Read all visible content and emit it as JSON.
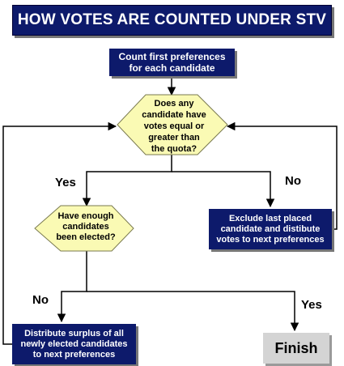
{
  "title": "HOW VOTES ARE COUNTED UNDER STV",
  "nodes": {
    "start": {
      "lines": [
        "Count first preferences",
        "for each candidate"
      ]
    },
    "quota_decision": {
      "lines": [
        "Does any",
        "candidate have",
        "votes equal or",
        "greater than",
        "the quota?"
      ]
    },
    "enough_decision": {
      "lines": [
        "Have enough",
        "candidates",
        "been elected?"
      ]
    },
    "exclude": {
      "lines": [
        "Exclude last placed",
        "candidate and distibute",
        "votes to next preferences"
      ]
    },
    "surplus": {
      "lines": [
        "Distribute surplus of all",
        "newly elected candidates",
        "to next preferences"
      ]
    },
    "finish": {
      "label": "Finish"
    }
  },
  "labels": {
    "quota_yes": "Yes",
    "quota_no": "No",
    "enough_no": "No",
    "enough_yes": "Yes"
  },
  "colors": {
    "box_fill": "#0d1a6b",
    "decision_fill": "#fafab4",
    "finish_fill": "#d4d4d4",
    "line": "#000000"
  }
}
